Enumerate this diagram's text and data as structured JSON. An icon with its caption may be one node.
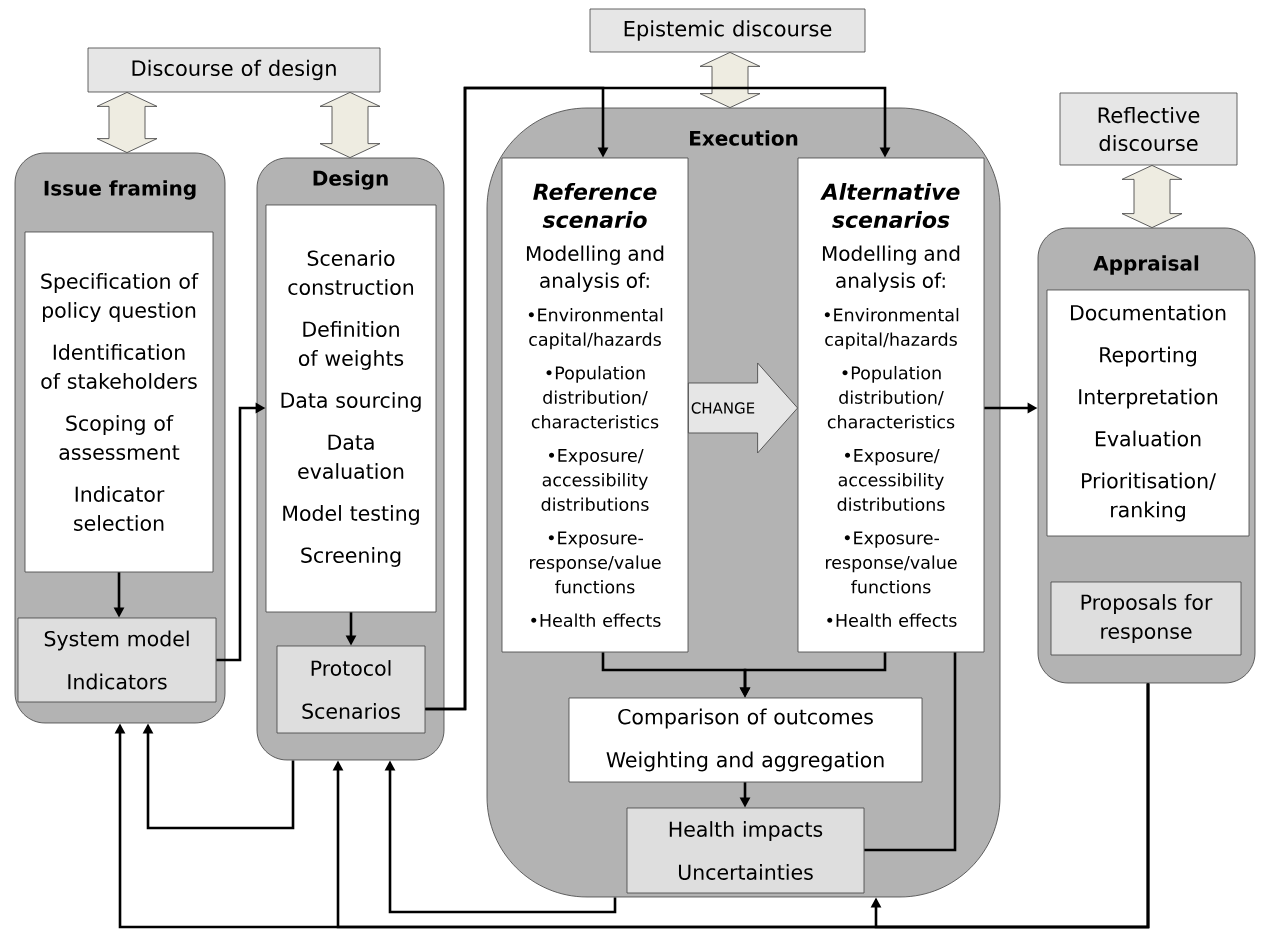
{
  "diagram": {
    "nodes": [
      {
        "text": [
          "Discourse of design"
        ]
      },
      {
        "text": [
          "Epistemic discourse"
        ]
      },
      {
        "text": [
          "Reflective discourse"
        ]
      },
      {
        "text": [
          "Issue framing"
        ]
      },
      {
        "text": [
          "Specification of policy question",
          "Identification of stakeholders",
          "Scoping of assessment",
          "Indicator selection"
        ],
        "in": 3
      },
      {
        "text": [
          "System model",
          "Indicators"
        ],
        "in": 3
      },
      {
        "text": [
          "Design"
        ]
      },
      {
        "text": [
          "Scenario construction",
          "Definition of weights",
          "Data sourcing",
          "Data evaluation",
          "Model testing",
          "Screening"
        ],
        "in": 6
      },
      {
        "text": [
          "Protocol",
          "Scenarios"
        ],
        "in": 6
      },
      {
        "text": [
          "Execution"
        ]
      },
      {
        "text": [
          "Reference scenario",
          "Modelling and analysis of:",
          "•Environmental capital/hazards",
          "•Population distribution/ characteristics",
          "•Exposure/ accessibility distributions",
          "•Exposure-response/value functions",
          "•Health effects"
        ],
        "in": 9
      },
      {
        "text": [
          "Alternative scenarios",
          "Modelling and analysis of:",
          "•Environmental capital/hazards",
          "•Population distribution/ characteristics",
          "•Exposure/ accessibility distributions",
          "•Exposure-response/value functions",
          "•Health effects"
        ],
        "in": 9
      },
      {
        "text": [
          "Comparison of outcomes",
          "Weighting and aggregation"
        ],
        "in": 9
      },
      {
        "text": [
          "Health impacts",
          "Uncertainties"
        ],
        "in": 9
      },
      {
        "text": [
          "Appraisal"
        ]
      },
      {
        "text": [
          "Documentation",
          "Reporting",
          "Interpretation",
          "Evaluation",
          "Prioritisation/ ranking"
        ],
        "in": 14
      },
      {
        "text": [
          "Proposals for response"
        ],
        "in": 14
      }
    ],
    "edges": [
      {
        "from": 0,
        "to": 3,
        "arrow": "both",
        "color": "#eeece1"
      },
      {
        "from": 0,
        "to": 6,
        "arrow": "both",
        "color": "#eeece1"
      },
      {
        "from": 1,
        "to": 9,
        "arrow": "both",
        "color": "#eeece1"
      },
      {
        "from": 2,
        "to": 14,
        "arrow": "both",
        "color": "#eeece1"
      },
      {
        "from": 4,
        "to": 5,
        "arrow": "to"
      },
      {
        "from": 5,
        "to": 7,
        "arrow": "to"
      },
      {
        "from": 7,
        "to": 8,
        "arrow": "to"
      },
      {
        "from": 8,
        "to": 10,
        "arrow": "to"
      },
      {
        "from": 8,
        "to": 11,
        "arrow": "to"
      },
      {
        "from": 10,
        "to": 11,
        "arrow": "to",
        "label": "CHANGE",
        "color": "#e6e6e6"
      },
      {
        "from": 10,
        "to": 12,
        "arrow": "to"
      },
      {
        "from": 11,
        "to": 12,
        "arrow": "to"
      },
      {
        "from": 12,
        "to": 13,
        "arrow": "to"
      },
      {
        "from": 13,
        "to": 11,
        "arrow": "none"
      },
      {
        "from": 11,
        "to": 14,
        "arrow": "to"
      },
      {
        "from": 6,
        "to": 3,
        "arrow": "to"
      },
      {
        "from": 9,
        "to": 6,
        "arrow": "to"
      },
      {
        "from": 14,
        "to": 3,
        "arrow": "to"
      },
      {
        "from": 14,
        "to": 6,
        "arrow": "to"
      },
      {
        "from": 14,
        "to": 9,
        "arrow": "to"
      }
    ]
  }
}
